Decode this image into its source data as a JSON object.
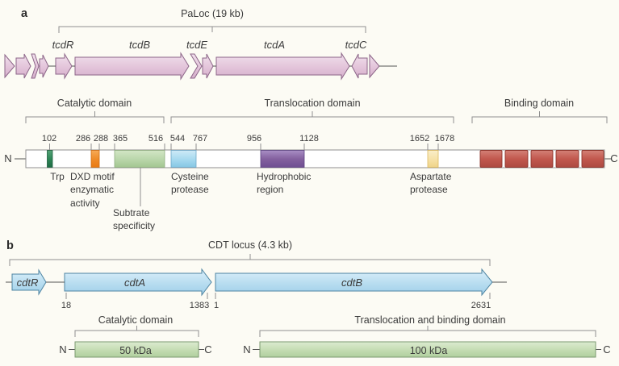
{
  "panel_a": {
    "panel_label": "a",
    "locus_title": "PaLoc (19 kb)",
    "gene_labels": {
      "tcdR": "tcdR",
      "tcdB": "tcdB",
      "tcdE": "tcdE",
      "tcdA": "tcdA",
      "tcdC": "tcdC"
    },
    "domain_titles": {
      "catalytic": "Catalytic domain",
      "translocation": "Translocation domain",
      "binding": "Binding domain"
    },
    "residue_numbers": [
      "102",
      "286",
      "288",
      "365",
      "516",
      "544",
      "767",
      "956",
      "1128",
      "1652",
      "1678"
    ],
    "terminus_n": "N",
    "terminus_c": "C",
    "feature_labels": {
      "trp": "Trp",
      "dxd": "DXD motif\nenzymatic\nactivity",
      "substrate": "Subtrate\nspecificity",
      "cysteine": "Cysteine\nprotease",
      "hydrophobic": "Hydrophobic\nregion",
      "aspartate": "Aspartate\nprotease"
    },
    "colors": {
      "gene_fill": "#e3c6dd",
      "trp_segment": "#2f8757",
      "dxd_segment": "#ef8c2a",
      "substrate_segment": "#b9d6aa",
      "cysteine_segment": "#a5d9ef",
      "hydrophobic_segment": "#84619f",
      "aspartate_segment": "#f6e1a6",
      "binding_repeat_segment": "#c2584e"
    }
  },
  "panel_b": {
    "panel_label": "b",
    "locus_title": "CDT locus (4.3 kb)",
    "gene_labels": {
      "cdtR": "cdtR",
      "cdtA": "cdtA",
      "cdtB": "cdtB"
    },
    "residue_numbers": [
      "18",
      "1383",
      "1",
      "2631"
    ],
    "domain_titles": {
      "catalytic": "Catalytic domain",
      "translocation_binding": "Translocation and binding domain"
    },
    "bar_labels": {
      "catalytic": "50 kDa",
      "translocation_binding": "100 kDa"
    },
    "terminus_n": "N",
    "terminus_c": "C",
    "colors": {
      "gene_fill": "#b5dcf0",
      "bar_fill": "#c6dfb6"
    }
  }
}
